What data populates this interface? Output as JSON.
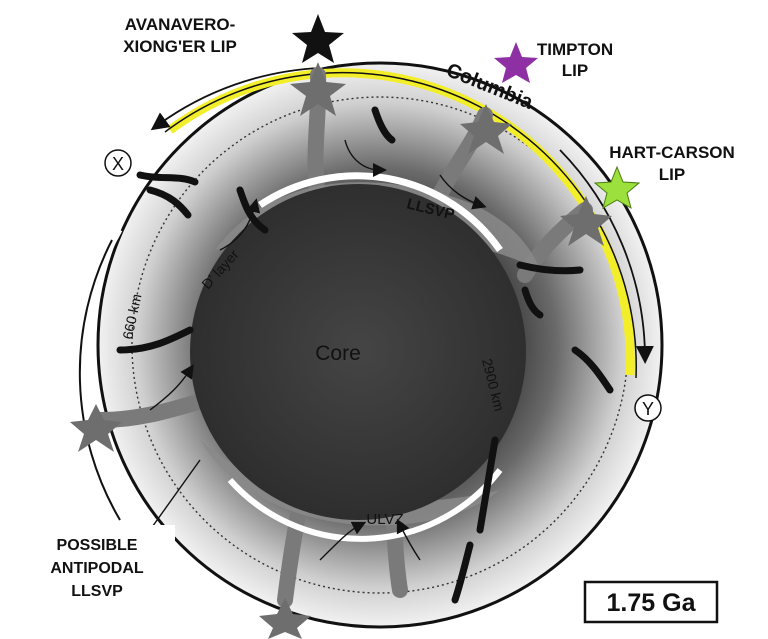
{
  "labels": {
    "lip_avanavero_line1": "AVANAVERO-",
    "lip_avanavero_line2": "XIONG'ER LIP",
    "lip_timpton_line1": "TIMPTON",
    "lip_timpton_line2": "LIP",
    "lip_hart_line1": "HART-CARSON",
    "lip_hart_line2": "LIP",
    "supercontinent": "Columbia",
    "marker_x": "X",
    "marker_y": "Y",
    "core": "Core",
    "d_layer": "D' layer",
    "llsvp": "LLSVP",
    "depth_660": "660 km",
    "depth_2900": "2900 km",
    "ulvz": "ULVZ",
    "antipodal_line1": "POSSIBLE",
    "antipodal_line2": "ANTIPODAL",
    "antipodal_line3": "LLSVP",
    "age": "1.75 Ga"
  },
  "colors": {
    "star_avanavero": "#111111",
    "star_timpton": "#8e2fa3",
    "star_hart": "#9be03c",
    "continent_band": "#f2ee2a",
    "core": "#3a3a3a",
    "plume": "#7a7a7a"
  }
}
